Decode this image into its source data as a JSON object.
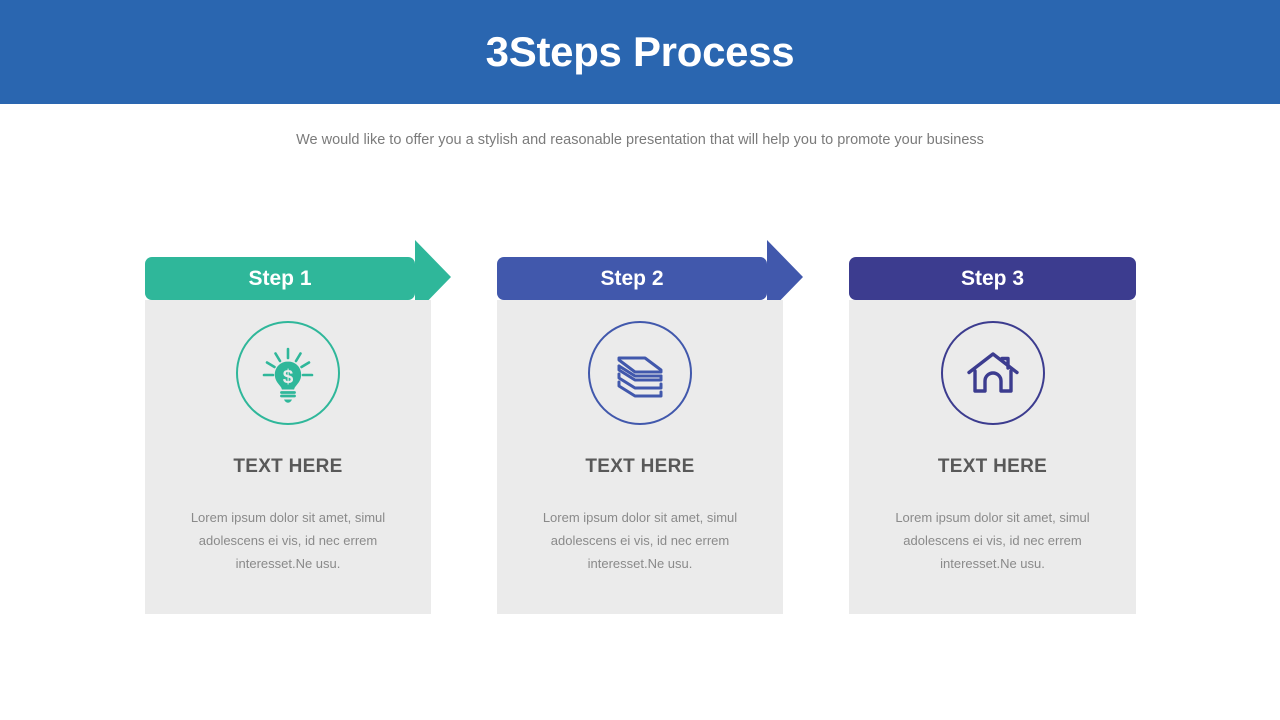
{
  "header": {
    "title": "3Steps Process",
    "background_color": "#2a66b0",
    "title_color": "#ffffff"
  },
  "subtitle": "We would like to offer you a stylish and reasonable presentation that will help you to promote your business",
  "card_background_color": "#ebebeb",
  "steps": [
    {
      "label": "Step 1",
      "heading": "TEXT HERE",
      "body": "Lorem ipsum dolor sit amet, simul adolescens ei vis, id nec errem interesset.Ne usu.",
      "color": "#2fb79a",
      "icon": "lightbulb-dollar-icon",
      "has_arrow": true
    },
    {
      "label": "Step 2",
      "heading": "TEXT HERE",
      "body": "Lorem ipsum dolor sit amet, simul adolescens ei vis, id nec errem interesset.Ne usu.",
      "color": "#4158ac",
      "icon": "paper-stack-icon",
      "has_arrow": true
    },
    {
      "label": "Step 3",
      "heading": "TEXT HERE",
      "body": "Lorem ipsum dolor sit amet, simul adolescens ei vis, id nec errem interesset.Ne usu.",
      "color": "#3c3c8f",
      "icon": "house-icon",
      "has_arrow": false
    }
  ]
}
